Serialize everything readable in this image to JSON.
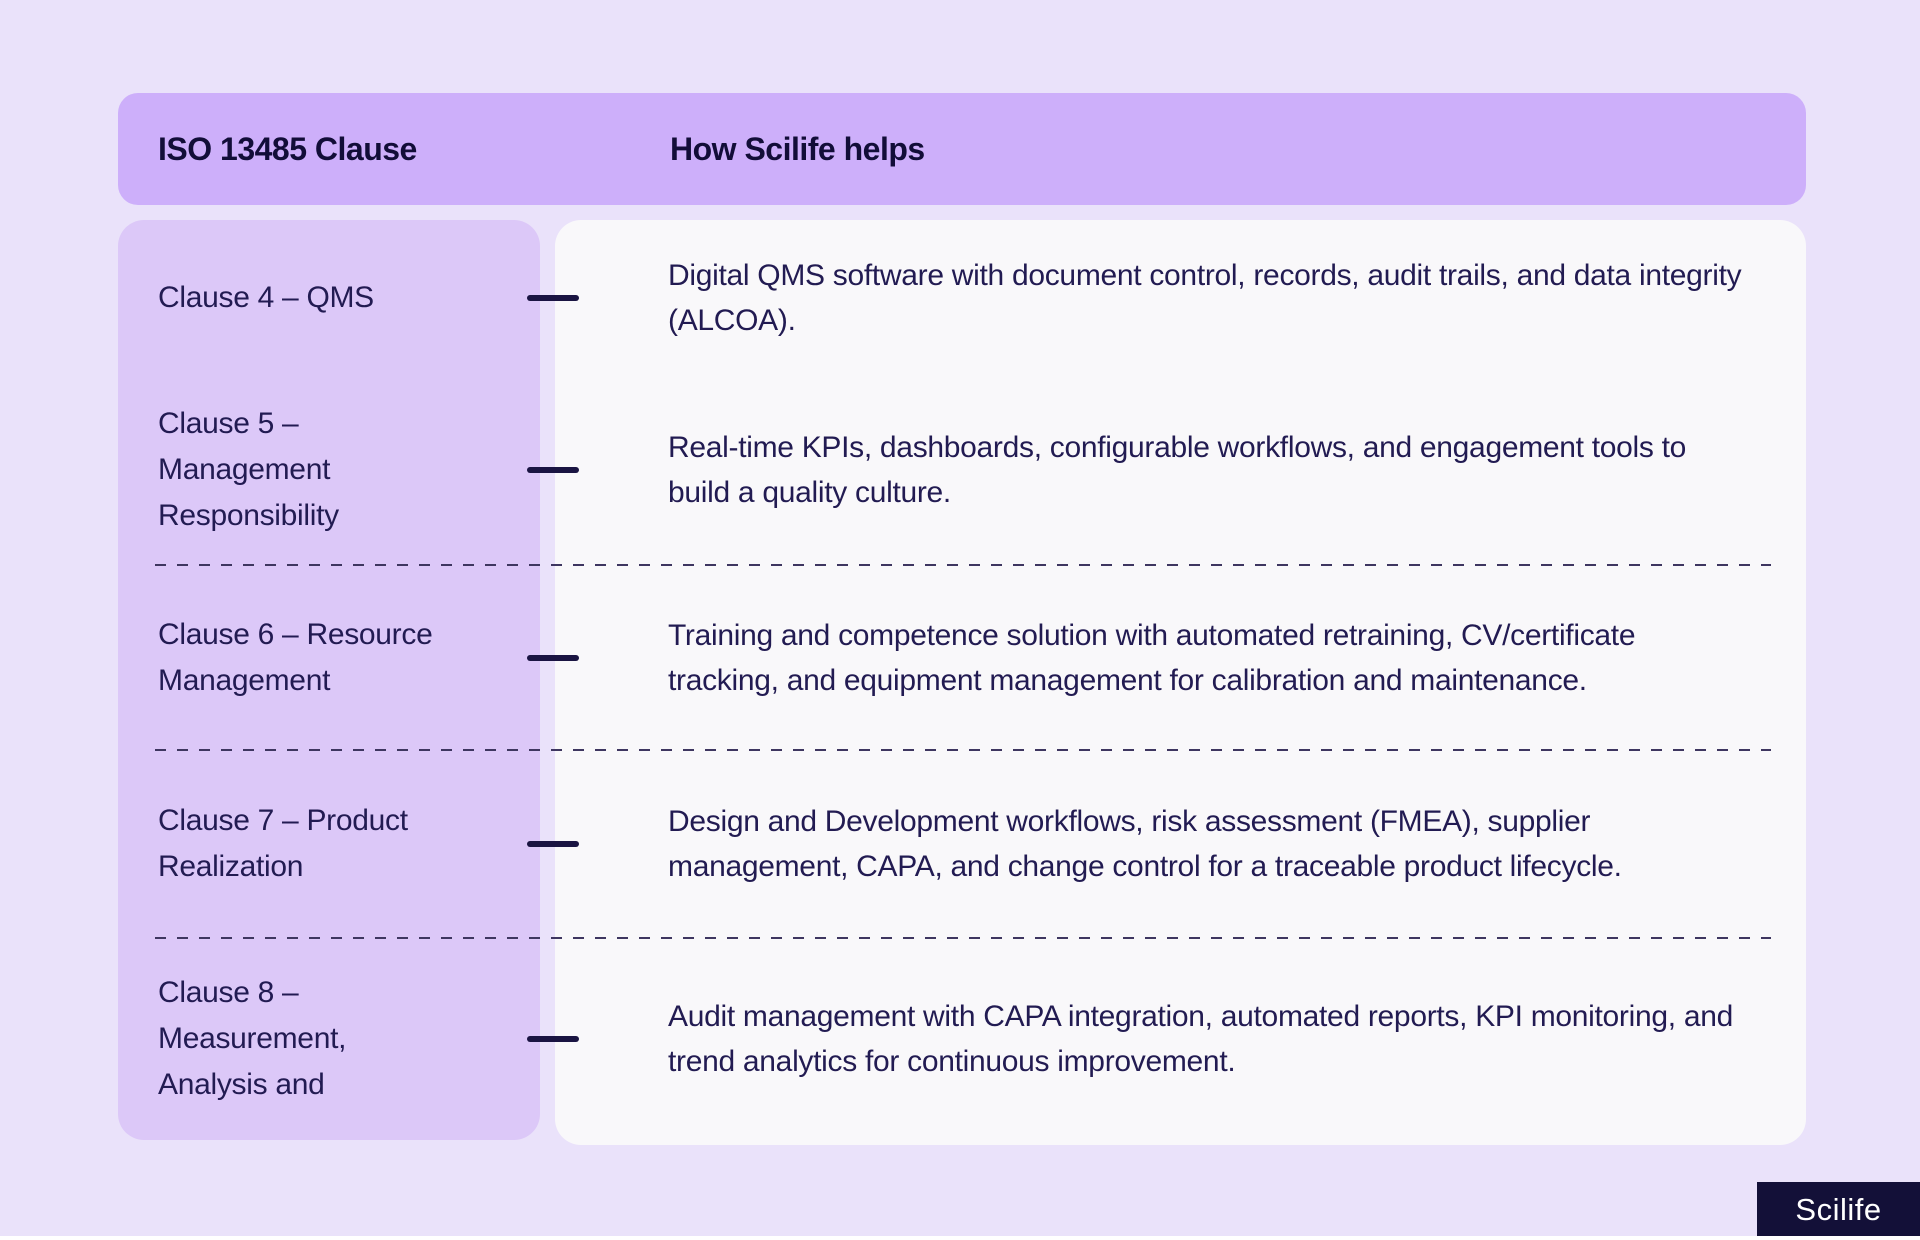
{
  "header": {
    "col_clause": "ISO 13485 Clause",
    "col_help": "How Scilife helps"
  },
  "table": {
    "rows": [
      {
        "clause": "Clause 4 – QMS",
        "help": "Digital QMS software with document control, records, audit trails, and data integrity (ALCOA)."
      },
      {
        "clause": "Clause 5 – Management Responsibility",
        "help": "Real-time KPIs, dashboards, configurable workflows, and engagement tools to build a quality culture."
      },
      {
        "clause": "Clause 6 – Resource Management",
        "help": "Training and competence solution with automated retraining, CV/certificate tracking, and equipment management for calibration and maintenance."
      },
      {
        "clause": "Clause 7 – Product Realization",
        "help": "Design and Development workflows, risk assessment (FMEA), supplier management, CAPA, and change control for a traceable product lifecycle."
      },
      {
        "clause": "Clause 8 – Measurement, Analysis and",
        "help": "Audit management with CAPA integration, automated reports, KPI monitoring, and trend analytics for continuous improvement."
      }
    ]
  },
  "branding": {
    "logo_text": "Scilife"
  },
  "colors": {
    "page_bg": "#eae2fa",
    "header_bg": "#cdaffa",
    "clause_column_bg": "#dcc8f8",
    "help_panel_bg": "#f9f8fa",
    "text": "#221b52",
    "connector": "#1a1442",
    "logo_bg": "#131038",
    "logo_text": "#ffffff"
  }
}
